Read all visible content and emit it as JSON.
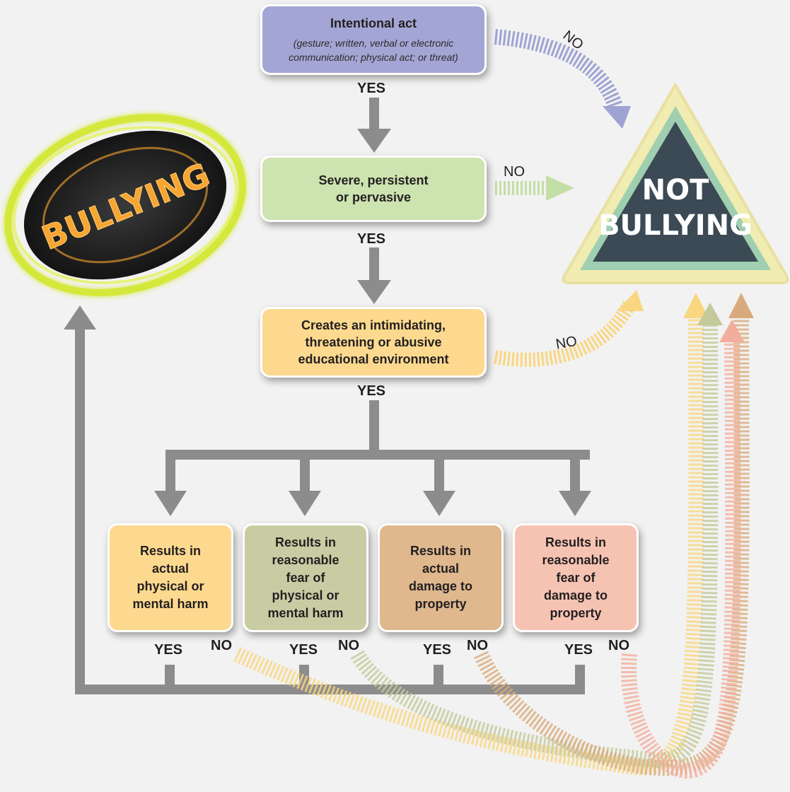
{
  "boxes": {
    "intentional": {
      "title": "Intentional act",
      "subtitle": "(gesture; written, verbal or electronic\ncommunication; physical act; or threat)",
      "color": "#a3a6d4"
    },
    "severe": {
      "title": "Severe, persistent\nor pervasive",
      "color": "#cde3b0"
    },
    "creates": {
      "title": "Creates an intimidating,\nthreatening or abusive\neducational environment",
      "color": "#fcd98f"
    }
  },
  "results": [
    {
      "title": "Results in\nactual\nphysical or\nmental harm",
      "color": "#fcd98f"
    },
    {
      "title": "Results in\nreasonable\nfear of\nphysical or\nmental harm",
      "color": "#c9cca3"
    },
    {
      "title": "Results in\nactual\ndamage to\nproperty",
      "color": "#dfb88e"
    },
    {
      "title": "Results in\nreasonable\nfear of\ndamage to\nproperty",
      "color": "#f6c3b3"
    }
  ],
  "labels": {
    "yes": "YES",
    "no": "NO"
  },
  "outcomes": {
    "bullying": "BULLYING",
    "not_bullying_line1": "NOT",
    "not_bullying_line2": "BULLYING"
  },
  "colors": {
    "arrow_gray": "#8c8c8c",
    "no_purple": "#9ea3d2",
    "no_green": "#c4dfa6",
    "no_yellow": "#f9d680",
    "no_olive": "#c4c99a",
    "no_tan": "#d9ab7c",
    "no_pink": "#f2ae9c",
    "bullying_glow": "#d4e83a",
    "bullying_fill": "#1a1a1a",
    "bullying_text": "#f7a531",
    "triangle_fill": "#3b4a55",
    "triangle_border": "#9fcfb0",
    "triangle_outer": "#f1ecb2"
  }
}
